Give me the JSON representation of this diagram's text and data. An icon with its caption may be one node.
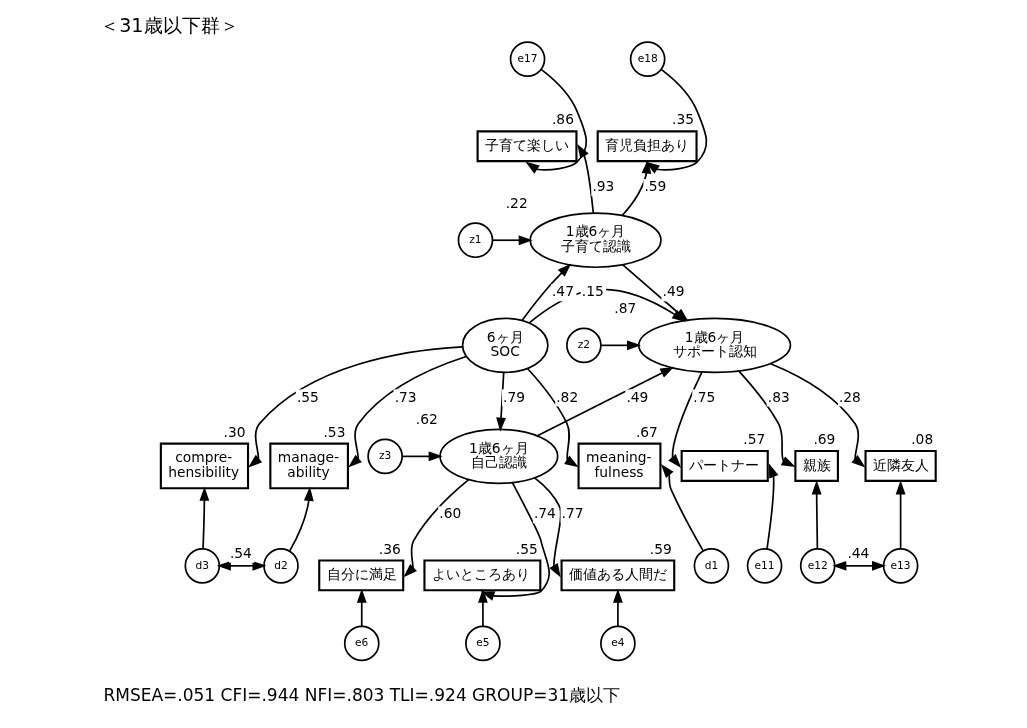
{
  "diagram": {
    "title": "＜31歳以下群＞",
    "caption": "RMSEA=.051 CFI=.944 NFI=.803 TLI=.924 GROUP=31歳以下",
    "nodes": [
      {
        "text": [
          "6ヶ月",
          "SOC"
        ]
      },
      {
        "text": [
          "1歳6ヶ月",
          "子育て認識"
        ],
        "beside": [
          ".22"
        ]
      },
      {
        "text": [
          "1歳6ヶ月",
          "サポート認知"
        ],
        "beside": [
          ".87"
        ]
      },
      {
        "text": [
          "1歳6ヶ月",
          "自己認識"
        ],
        "beside": [
          ".62"
        ]
      },
      {
        "text": [
          "子育て楽しい"
        ],
        "beside": [
          ".86"
        ]
      },
      {
        "text": [
          "育児負担あり"
        ],
        "beside": [
          ".35"
        ]
      },
      {
        "text": [
          "compre- hensibility"
        ],
        "beside": [
          ".30"
        ]
      },
      {
        "text": [
          "manage- ability"
        ],
        "beside": [
          ".53"
        ]
      },
      {
        "text": [
          "meaning- fulness"
        ],
        "beside": [
          ".67"
        ]
      },
      {
        "text": [
          "自分に満足"
        ],
        "beside": [
          ".36"
        ]
      },
      {
        "text": [
          "よいところあり"
        ],
        "beside": [
          ".55"
        ]
      },
      {
        "text": [
          "価値ある人間だ"
        ],
        "beside": [
          ".59"
        ]
      },
      {
        "text": [
          "パートナー"
        ],
        "beside": [
          ".57"
        ]
      },
      {
        "text": [
          "親族"
        ],
        "beside": [
          ".69"
        ]
      },
      {
        "text": [
          "近隣友人"
        ],
        "beside": [
          ".08"
        ]
      },
      {
        "text": [
          "e17"
        ]
      },
      {
        "text": [
          "e18"
        ]
      },
      {
        "text": [
          "z1"
        ]
      },
      {
        "text": [
          "z2"
        ]
      },
      {
        "text": [
          "z3"
        ]
      },
      {
        "text": [
          "d3"
        ]
      },
      {
        "text": [
          "d2"
        ]
      },
      {
        "text": [
          "d1"
        ]
      },
      {
        "text": [
          "e6"
        ]
      },
      {
        "text": [
          "e5"
        ]
      },
      {
        "text": [
          "e4"
        ]
      },
      {
        "text": [
          "e11"
        ]
      },
      {
        "text": [
          "e12"
        ]
      },
      {
        "text": [
          "e13"
        ]
      }
    ],
    "edges": [
      {
        "from": 15,
        "to": 4,
        "arrow": "to"
      },
      {
        "from": 16,
        "to": 5,
        "arrow": "to"
      },
      {
        "from": 1,
        "to": 4,
        "arrow": "to",
        "label": ".93"
      },
      {
        "from": 1,
        "to": 5,
        "arrow": "to",
        "label": ".59"
      },
      {
        "from": 17,
        "to": 1,
        "arrow": "to"
      },
      {
        "from": 0,
        "to": 1,
        "arrow": "to",
        "label": ".47"
      },
      {
        "from": 1,
        "to": 2,
        "arrow": "to",
        "label": ".49"
      },
      {
        "from": 0,
        "to": 2,
        "arrow": "to",
        "label": ".15"
      },
      {
        "from": 18,
        "to": 2,
        "arrow": "to"
      },
      {
        "from": 0,
        "to": 6,
        "arrow": "to",
        "label": ".55"
      },
      {
        "from": 0,
        "to": 7,
        "arrow": "to",
        "label": ".73"
      },
      {
        "from": 0,
        "to": 8,
        "arrow": "to",
        "label": ".82"
      },
      {
        "from": 0,
        "to": 3,
        "arrow": "to",
        "label": ".79"
      },
      {
        "from": 3,
        "to": 2,
        "arrow": "to",
        "label": ".49"
      },
      {
        "from": 19,
        "to": 3,
        "arrow": "to"
      },
      {
        "from": 2,
        "to": 12,
        "arrow": "to",
        "label": ".75"
      },
      {
        "from": 2,
        "to": 13,
        "arrow": "to",
        "label": ".83"
      },
      {
        "from": 2,
        "to": 14,
        "arrow": "to",
        "label": ".28"
      },
      {
        "from": 20,
        "to": 6,
        "arrow": "to"
      },
      {
        "from": 21,
        "to": 7,
        "arrow": "to"
      },
      {
        "from": 22,
        "to": 8,
        "arrow": "to"
      },
      {
        "from": 20,
        "to": 21,
        "arrow": "both",
        "label": ".54"
      },
      {
        "from": 3,
        "to": 9,
        "arrow": "to",
        "label": ".60"
      },
      {
        "from": 3,
        "to": 10,
        "arrow": "to",
        "label": ".74"
      },
      {
        "from": 3,
        "to": 11,
        "arrow": "to",
        "label": ".77"
      },
      {
        "from": 26,
        "to": 12,
        "arrow": "to"
      },
      {
        "from": 27,
        "to": 13,
        "arrow": "to"
      },
      {
        "from": 28,
        "to": 14,
        "arrow": "to"
      },
      {
        "from": 23,
        "to": 9,
        "arrow": "to"
      },
      {
        "from": 24,
        "to": 10,
        "arrow": "to"
      },
      {
        "from": 25,
        "to": 11,
        "arrow": "to"
      },
      {
        "from": 27,
        "to": 28,
        "arrow": "both",
        "label": ".44"
      }
    ]
  }
}
